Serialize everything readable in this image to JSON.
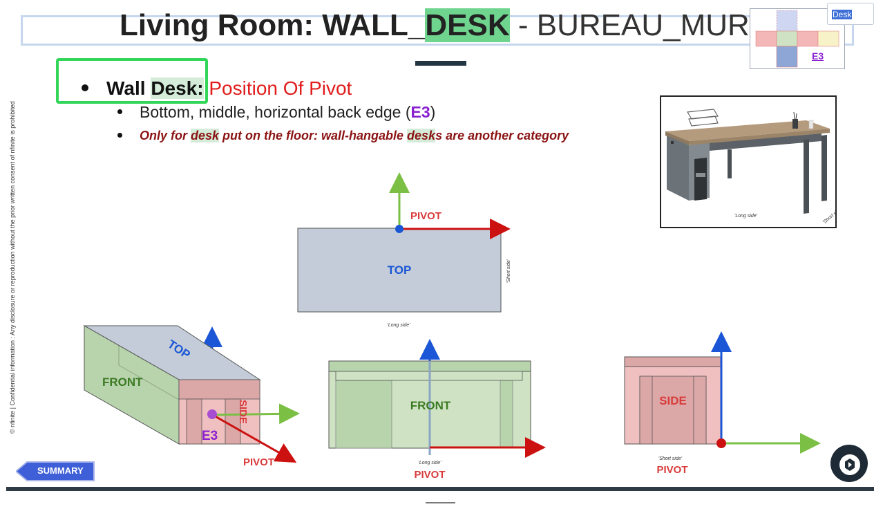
{
  "title": {
    "prefix": "Living Room: WALL_",
    "highlight": "DESK",
    "suffix": " - BUREAU_MURAL"
  },
  "search": {
    "value": "Desk"
  },
  "thumbnail": {
    "label": "E3"
  },
  "confidential": "© nfinite | Confidential information : Any disclosure or reproduction without the prior written consent of nfinite is prohibited",
  "bullets": {
    "main": {
      "wall": "Wall ",
      "desk": "Desk:",
      "rest": " Position Of Pivot"
    },
    "sub1": {
      "text": "Bottom, middle, horizontal back edge (",
      "e3": "E3",
      "close": ")"
    },
    "sub2": {
      "p1": "Only for ",
      "h1": "desk",
      "p2": " put on the floor: wall-hangable ",
      "h2": "desk",
      "p3": "s are another category"
    }
  },
  "photo": {
    "long_side": "'Long side'",
    "short_side": "'Short side'"
  },
  "top_view": {
    "face": "TOP",
    "pivot": "PIVOT",
    "long_side": "'Long side'",
    "short_side": "'Short side'"
  },
  "iso_view": {
    "top": "TOP",
    "front": "FRONT",
    "side": "SIDE",
    "e3": "E3",
    "pivot": "PIVOT"
  },
  "front_view": {
    "face": "FRONT",
    "long_side": "'Long side'",
    "pivot": "PIVOT"
  },
  "side_view": {
    "face": "SIDE",
    "short_side": "'Short side'",
    "pivot": "PIVOT"
  },
  "summary_label": "SUMMARY",
  "colors": {
    "pivot_red": "#d93b3b",
    "axis_blue": "#1a56d6",
    "axis_green": "#7bbf45",
    "axis_red": "#cc1111",
    "e3_purple": "#8a1fd1",
    "front_green": "#b8d4ad",
    "side_pink": "#f0c0c0",
    "top_gray": "#c3ccd8",
    "highlight_green": "#6fd48e"
  }
}
